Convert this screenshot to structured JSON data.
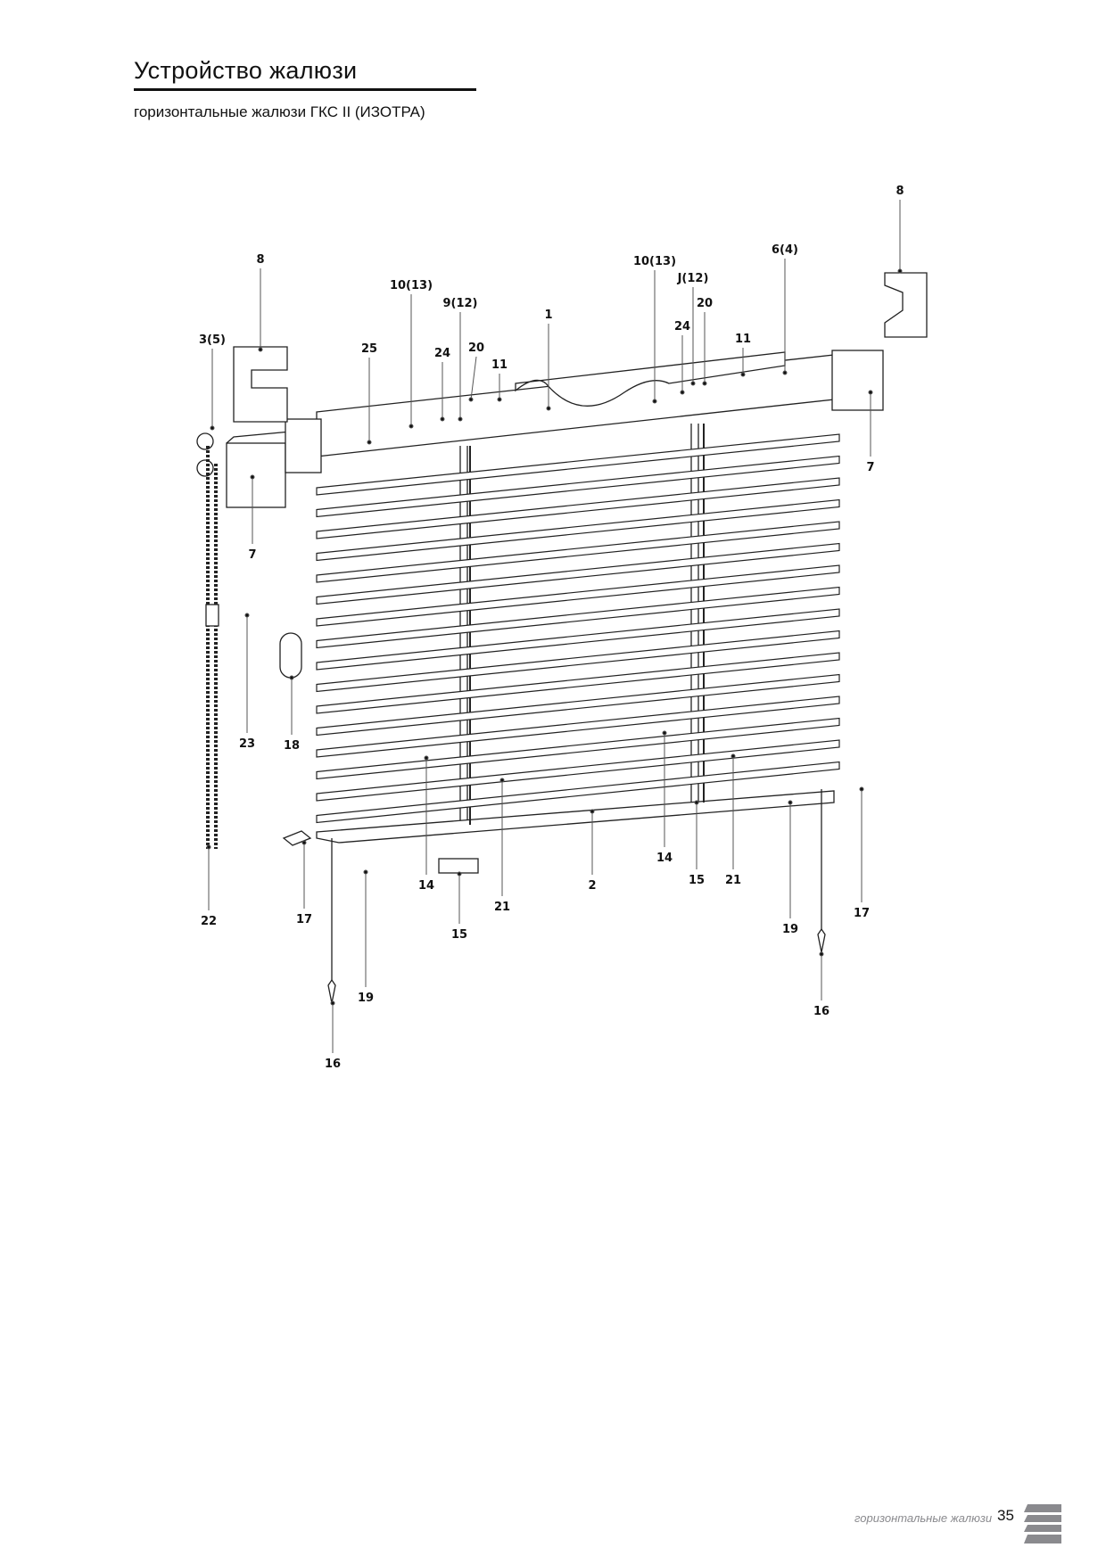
{
  "header": {
    "title": "Устройство жалюзи",
    "subtitle": "горизонтальные жалюзи ГКС II (ИЗОТРА)"
  },
  "diagram": {
    "labels": [
      {
        "id": "8a",
        "text": "8"
      },
      {
        "id": "8b",
        "text": "8"
      },
      {
        "id": "10a",
        "text": "10(13)"
      },
      {
        "id": "9a",
        "text": "9(12)"
      },
      {
        "id": "1",
        "text": "1"
      },
      {
        "id": "3",
        "text": "3(5)"
      },
      {
        "id": "25",
        "text": "25"
      },
      {
        "id": "24a",
        "text": "24"
      },
      {
        "id": "20a",
        "text": "20"
      },
      {
        "id": "11a",
        "text": "11"
      },
      {
        "id": "10b",
        "text": "10(13)"
      },
      {
        "id": "9b",
        "text": "J(12)"
      },
      {
        "id": "20b",
        "text": "20"
      },
      {
        "id": "24b",
        "text": "24"
      },
      {
        "id": "11b",
        "text": "11"
      },
      {
        "id": "6",
        "text": "6(4)"
      },
      {
        "id": "7a",
        "text": "7"
      },
      {
        "id": "7b",
        "text": "7"
      },
      {
        "id": "23",
        "text": "23"
      },
      {
        "id": "18",
        "text": "18"
      },
      {
        "id": "22",
        "text": "22"
      },
      {
        "id": "17a",
        "text": "17"
      },
      {
        "id": "19a",
        "text": "19"
      },
      {
        "id": "16a",
        "text": "16"
      },
      {
        "id": "14a",
        "text": "14"
      },
      {
        "id": "21a",
        "text": "21"
      },
      {
        "id": "15a",
        "text": "15"
      },
      {
        "id": "2",
        "text": "2"
      },
      {
        "id": "14b",
        "text": "14"
      },
      {
        "id": "15b",
        "text": "15"
      },
      {
        "id": "21b",
        "text": "21"
      },
      {
        "id": "19b",
        "text": "19"
      },
      {
        "id": "17b",
        "text": "17"
      },
      {
        "id": "16b",
        "text": "16"
      }
    ],
    "slat_count": 16
  },
  "footer": {
    "section": "горизонтальные жалюзи",
    "page": "35",
    "icon_color": "#8a8a8e"
  }
}
